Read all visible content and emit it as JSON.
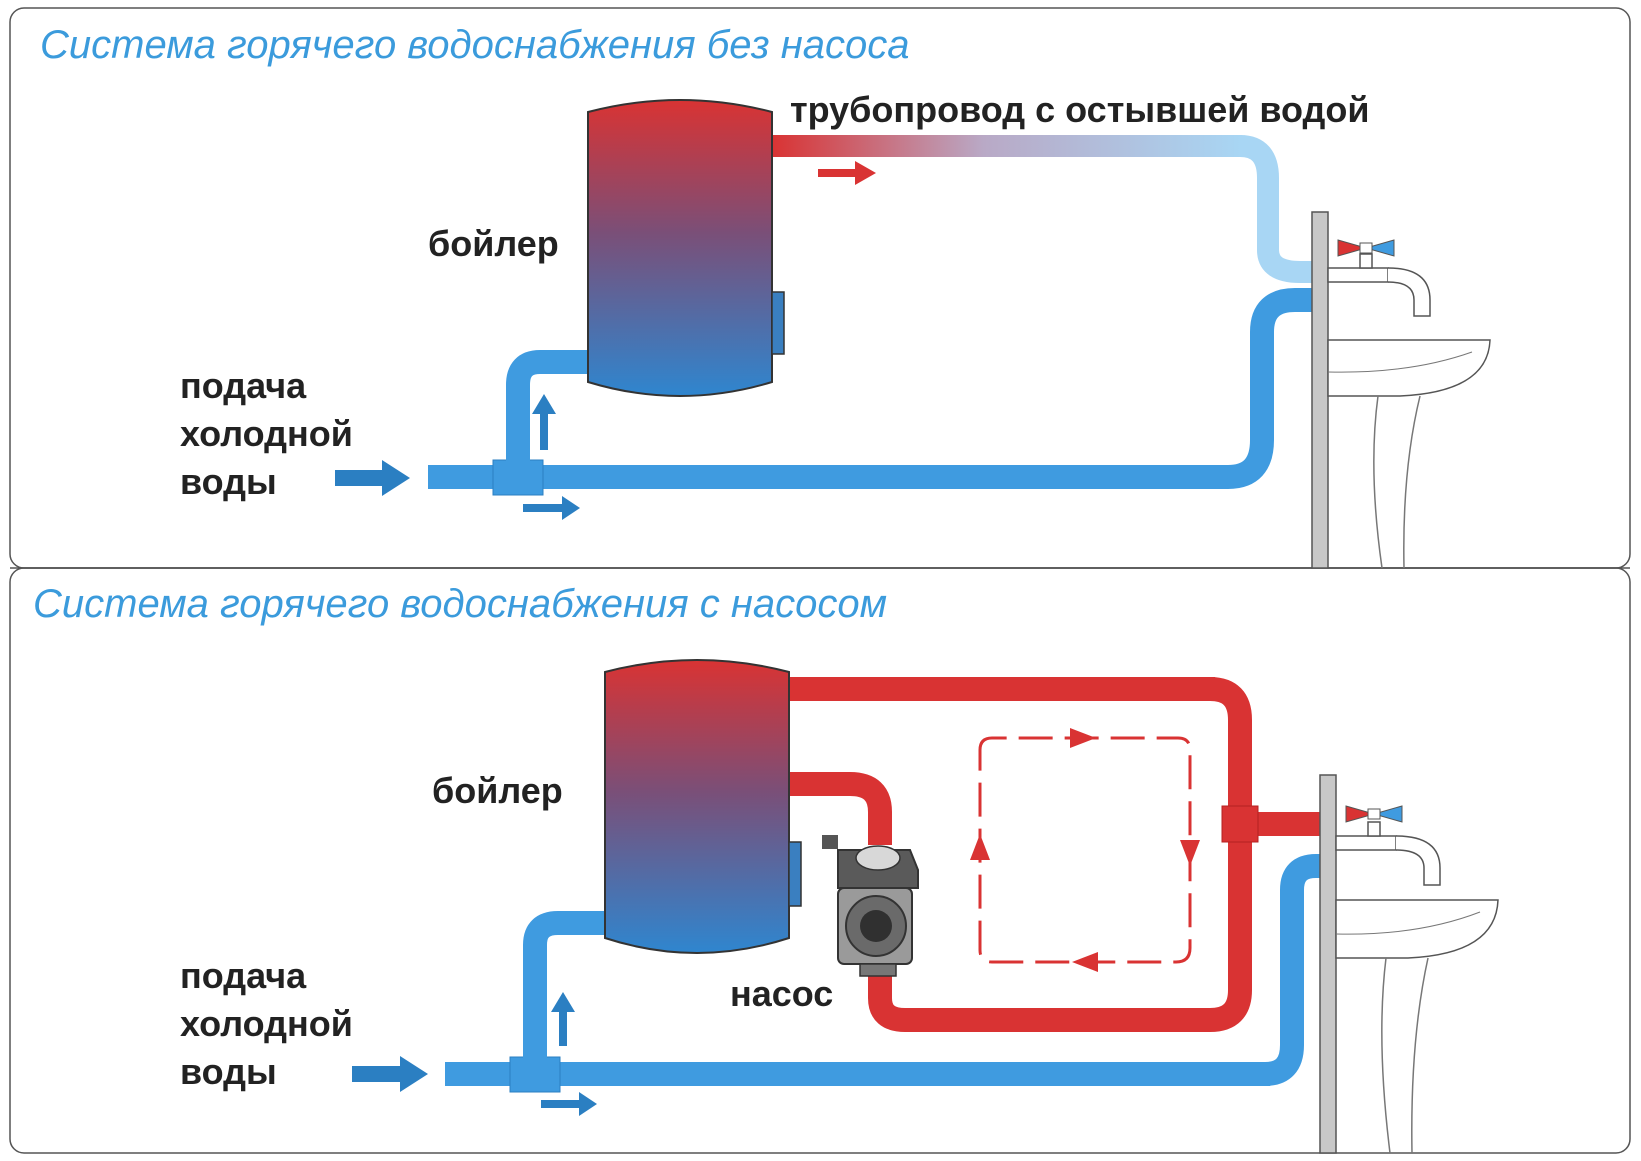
{
  "colors": {
    "cold": "#3f9be0",
    "cold_dark": "#2b7fc2",
    "hot": "#d93333",
    "hot_dark": "#b42222",
    "cooled": "#a8d6f4",
    "title": "#3b9bdc",
    "text": "#222222",
    "frame": "#555555"
  },
  "top": {
    "title": "Система горячего водоснабжения без насоса",
    "pipe_label": "трубопровод с остывшей водой",
    "boiler_label": "бойлер",
    "supply_label": [
      "подача",
      "холодной",
      "воды"
    ]
  },
  "bottom": {
    "title": "Система горячего водоснабжения с насосом",
    "boiler_label": "бойлер",
    "pump_label": "насос",
    "supply_label": [
      "подача",
      "холодной",
      "воды"
    ]
  },
  "icons": [
    "faucet-icon",
    "sink-icon",
    "pump-icon",
    "valve-icon",
    "arrow-icon"
  ]
}
